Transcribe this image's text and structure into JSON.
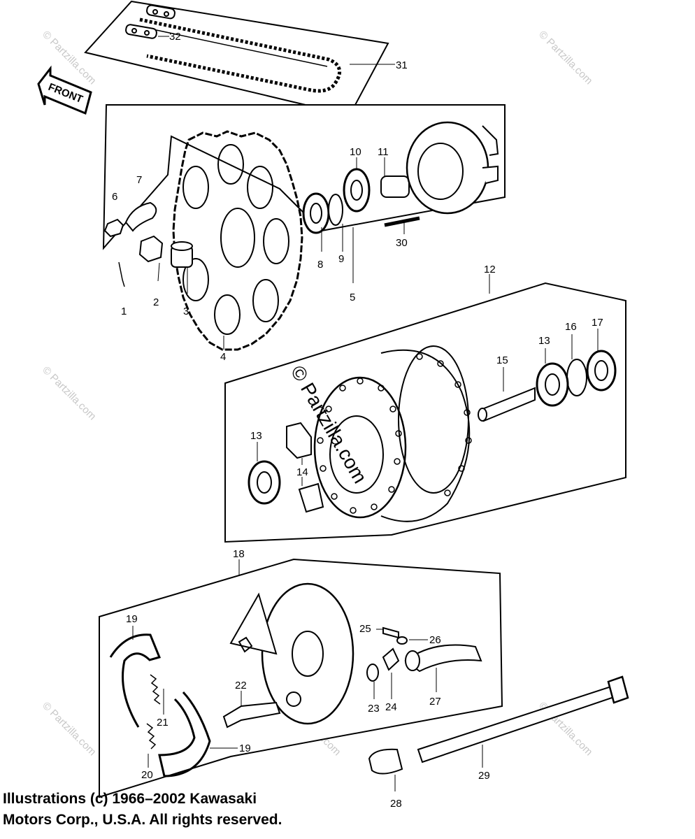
{
  "diagram": {
    "front_label": "FRONT",
    "watermark": "© Partzilla.com",
    "callouts": {
      "c1": "1",
      "c2": "2",
      "c3": "3",
      "c4": "4",
      "c5": "5",
      "c6": "6",
      "c7": "7",
      "c8": "8",
      "c9": "9",
      "c10": "10",
      "c11": "11",
      "c12": "12",
      "c13a": "13",
      "c13b": "13",
      "c14": "14",
      "c15": "15",
      "c16": "16",
      "c17": "17",
      "c18": "18",
      "c19a": "19",
      "c19b": "19",
      "c20": "20",
      "c21": "21",
      "c22": "22",
      "c23": "23",
      "c24": "24",
      "c25": "25",
      "c26": "26",
      "c27": "27",
      "c28": "28",
      "c29": "29",
      "c30": "30",
      "c31": "31",
      "c32": "32"
    }
  },
  "footer": {
    "line1": "Illustrations (c) 1966–2002 Kawasaki",
    "line2": "Motors Corp., U.S.A.  All rights reserved."
  }
}
